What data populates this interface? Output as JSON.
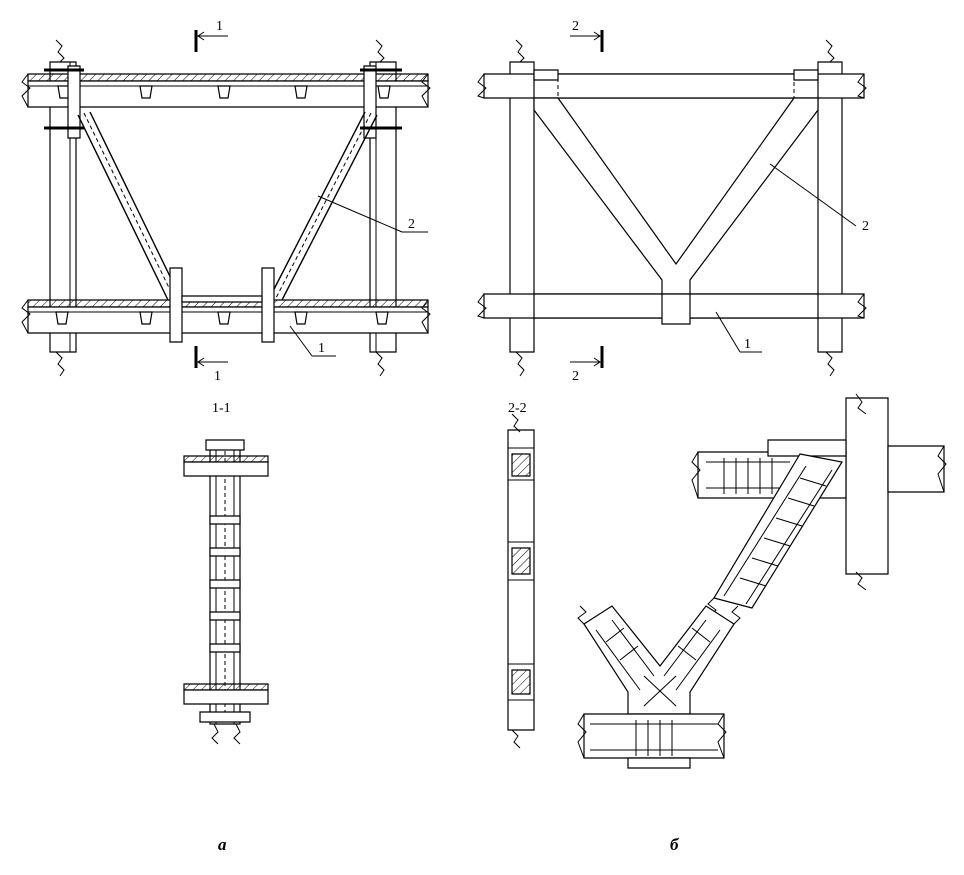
{
  "labels": {
    "section_1_top": "1",
    "section_1_bottom": "1",
    "section_2_top": "2",
    "section_2_bottom": "2",
    "callout_a_beam": "1",
    "callout_a_brace": "2",
    "callout_b_beam": "1",
    "callout_b_brace": "2",
    "section_1_1_title": "1-1",
    "section_2_2_title": "2-2",
    "caption_a": "а",
    "caption_b": "б"
  }
}
